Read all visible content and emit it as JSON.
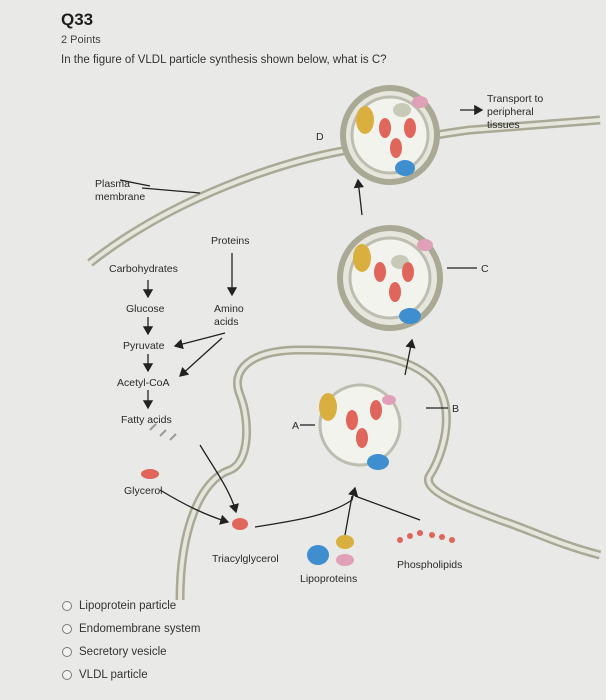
{
  "question": {
    "number": "Q33",
    "points": "2 Points",
    "prompt": "In the figure of VLDL particle synthesis shown below, what is C?"
  },
  "figure": {
    "labels": {
      "plasma_line1": "Plasma",
      "plasma_line2": "membrane",
      "proteins": "Proteins",
      "carbohydrates": "Carbohydrates",
      "glucose": "Glucose",
      "amino_line1": "Amino",
      "amino_line2": "acids",
      "pyruvate": "Pyruvate",
      "acetyl": "Acetyl-CoA",
      "fatty_acids": "Fatty acids",
      "glycerol": "Glycerol",
      "triacylglycerol": "Triacylglycerol",
      "lipoproteins": "Lipoproteins",
      "phospholipids": "Phospholipids",
      "transport_line1": "Transport to",
      "transport_line2": "peripheral",
      "transport_line3": "tissues",
      "a": "A",
      "b": "B",
      "c": "C",
      "d": "D"
    },
    "colors": {
      "membrane": "#b8b8a8",
      "tag_red": "#e0655a",
      "lipoprotein_yellow": "#d9b040",
      "lipoprotein_blue": "#3f8fd0",
      "lipoprotein_pink": "#e0a0b8"
    }
  },
  "choices": [
    {
      "label": "Lipoprotein particle",
      "selected": false
    },
    {
      "label": "Endomembrane system",
      "selected": false
    },
    {
      "label": "Secretory vesicle",
      "selected": false
    },
    {
      "label": "VLDL particle",
      "selected": false
    }
  ]
}
